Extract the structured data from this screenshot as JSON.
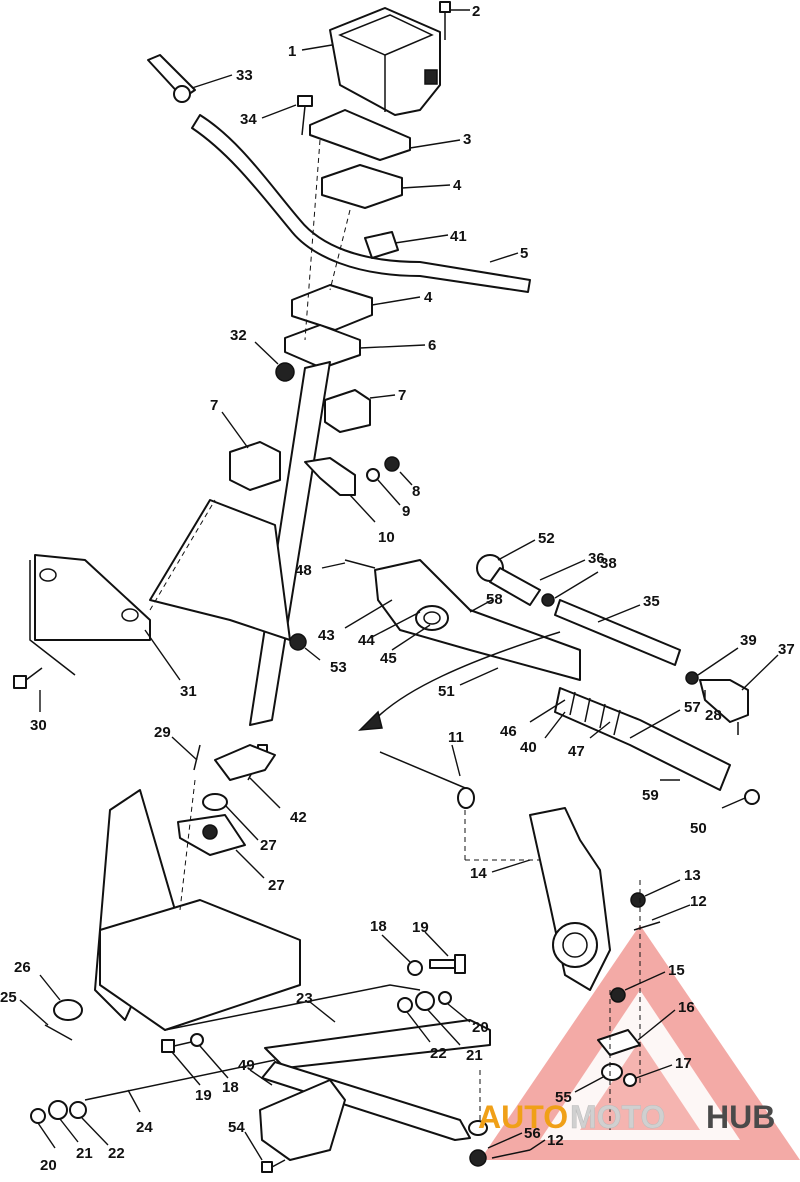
{
  "callouts": [
    "1",
    "2",
    "3",
    "4",
    "4",
    "5",
    "6",
    "7",
    "7",
    "8",
    "9",
    "10",
    "11",
    "12",
    "12",
    "13",
    "14",
    "15",
    "16",
    "17",
    "18",
    "18",
    "19",
    "19",
    "20",
    "20",
    "21",
    "21",
    "22",
    "22",
    "23",
    "24",
    "25",
    "26",
    "27",
    "27",
    "28",
    "29",
    "30",
    "31",
    "32",
    "33",
    "34",
    "35",
    "36",
    "37",
    "38",
    "39",
    "40",
    "41",
    "42",
    "43",
    "44",
    "45",
    "46",
    "47",
    "48",
    "49",
    "50",
    "51",
    "52",
    "53",
    "54",
    "55",
    "56",
    "57",
    "58",
    "59"
  ],
  "watermark": {
    "part1": "AUTO",
    "part2": "MOTO",
    "part3": "HUB",
    "colors": {
      "triangle": "#e0302a",
      "auto": "#f0a018",
      "moto": "#d0d0d0",
      "hub": "#4a4a4a"
    }
  }
}
